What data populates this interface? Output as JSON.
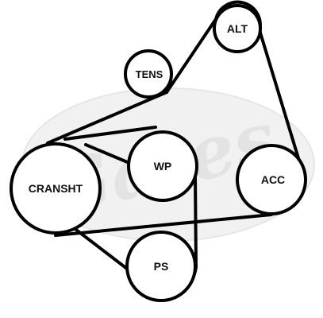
{
  "diagram": {
    "pulleys": {
      "alt": "ALT",
      "tens": "TENS",
      "wp": "WP",
      "acc": "ACC",
      "cransht": "CRANSHT",
      "ps": "PS"
    },
    "watermark": {
      "text": "Gates"
    }
  },
  "colors": {
    "belt": "#000000",
    "pulley_fill": "#ffffff",
    "pulley_stroke": "#000000",
    "watermark_fill": "#eeeeee"
  }
}
